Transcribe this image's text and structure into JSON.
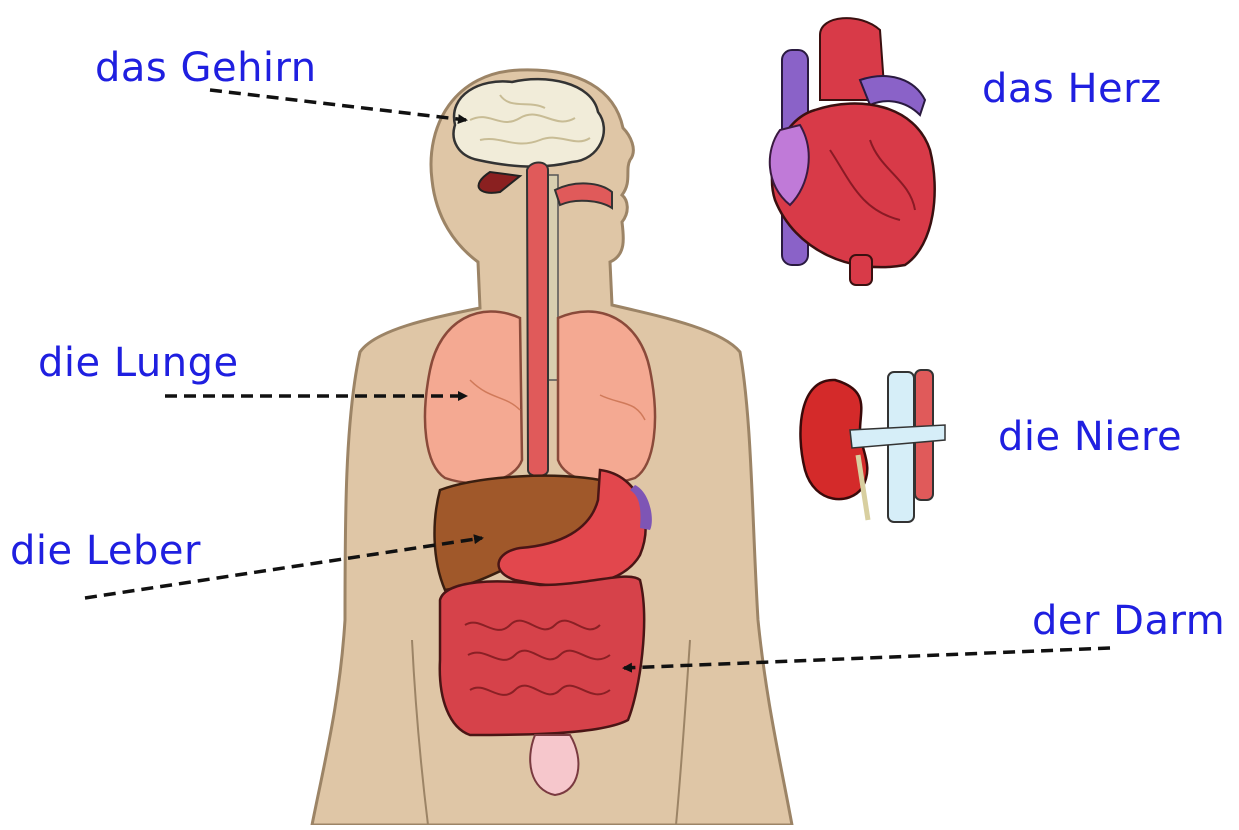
{
  "labels": {
    "brain": "das Gehirn",
    "heart": "das Herz",
    "lung": "die Lunge",
    "kidney": "die Niere",
    "liver": "die Leber",
    "intestine": "der Darm"
  },
  "colors": {
    "label_text": "#1f1fe0",
    "skin": "#dfc6a6",
    "skin_outline": "#9c8466",
    "lung": "#f4a992",
    "liver": "#a0582a",
    "stomach": "#e2474d",
    "intestine": "#d6424a",
    "heart": "#d83a48",
    "vein": "#8a62c8",
    "kidney": "#d42a2a",
    "brain": "#f1ecd9",
    "arrow": "#111111"
  }
}
